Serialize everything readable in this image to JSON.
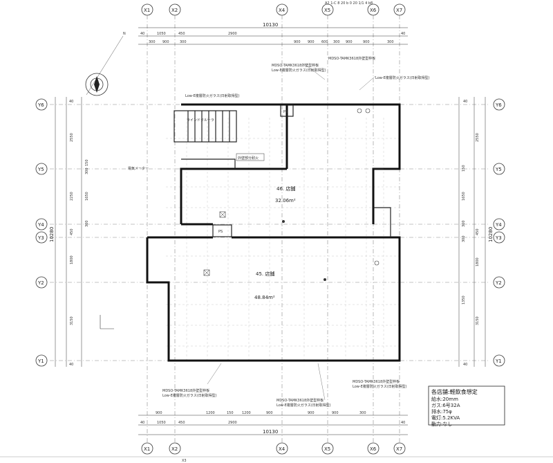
{
  "header_fragment": "A2 1-C 8 20 b 0 20 1/1 4 b8",
  "grid_labels": {
    "top": [
      "X1",
      "X2",
      "X4",
      "X5",
      "X6",
      "X7"
    ],
    "bottom": [
      "X1",
      "X2",
      "X4",
      "X5",
      "X6",
      "X7"
    ],
    "left": [
      "Y6",
      "Y5",
      "Y4",
      "Y3",
      "Y2",
      "Y1"
    ],
    "right": [
      "Y6",
      "Y5",
      "Y4",
      "Y3",
      "Y2",
      "Y1"
    ],
    "extra_bottom": "X3"
  },
  "dims_top": {
    "total": "10130",
    "row1": [
      "40",
      "1050",
      "450",
      "2900",
      "40"
    ],
    "row2": [
      "300",
      "900",
      "300",
      "900",
      "900",
      "600",
      "300",
      "900",
      "900",
      "300"
    ]
  },
  "dims_bottom": {
    "total": "10130",
    "row1": [
      "40",
      "1050",
      "450",
      "2900",
      "40"
    ],
    "row2": [
      "900",
      "1200",
      "150",
      "1200",
      "900",
      "900",
      "900",
      "300"
    ]
  },
  "dims_left": {
    "total": "10280",
    "values": [
      "40",
      "2550",
      "300",
      "150",
      "2250",
      "1650",
      "300",
      "450",
      "1800",
      "3150",
      "40"
    ]
  },
  "dims_right": {
    "total": "10280",
    "values": [
      "40",
      "2550",
      "150",
      "1650",
      "300",
      "450",
      "300",
      "1800",
      "1350",
      "3150",
      "40"
    ]
  },
  "rooms": {
    "upper": {
      "name": "46. 店舗",
      "area": "32.06m²"
    },
    "lower": {
      "name": "45. 店舗",
      "area": "48.84m²"
    }
  },
  "room_tags": {
    "ps_upper": "PS",
    "ps_middle": "PS",
    "wall_label": "外壁部分耐火"
  },
  "legend": {
    "title": "各店舗:軽飲食想定",
    "rows": [
      "給水:20mm",
      "ガス:6号32A",
      "排水:75φ",
      "電灯:5.2KVA",
      "動力:なし"
    ]
  },
  "notes": {
    "top_spec_1": "MDSO-TAMK3618外壁型枠板",
    "top_spec_2": "Low-E複層防火ガラス(日射取得型)",
    "top_spec_3": "Low-E複層防火ガラス(日射取得型)",
    "bottom_spec_1": "MDSO-TAMK3618外壁型枠板",
    "bottom_spec_2": "Low-E複層防火ガラス(日射取得型)",
    "bottom_spec_3": "Low-E複層防火ガラス(日射取得型)",
    "stair_note": "ラインドクルーラ",
    "upper_left_note": "電気メーター",
    "compass_label": "N"
  }
}
